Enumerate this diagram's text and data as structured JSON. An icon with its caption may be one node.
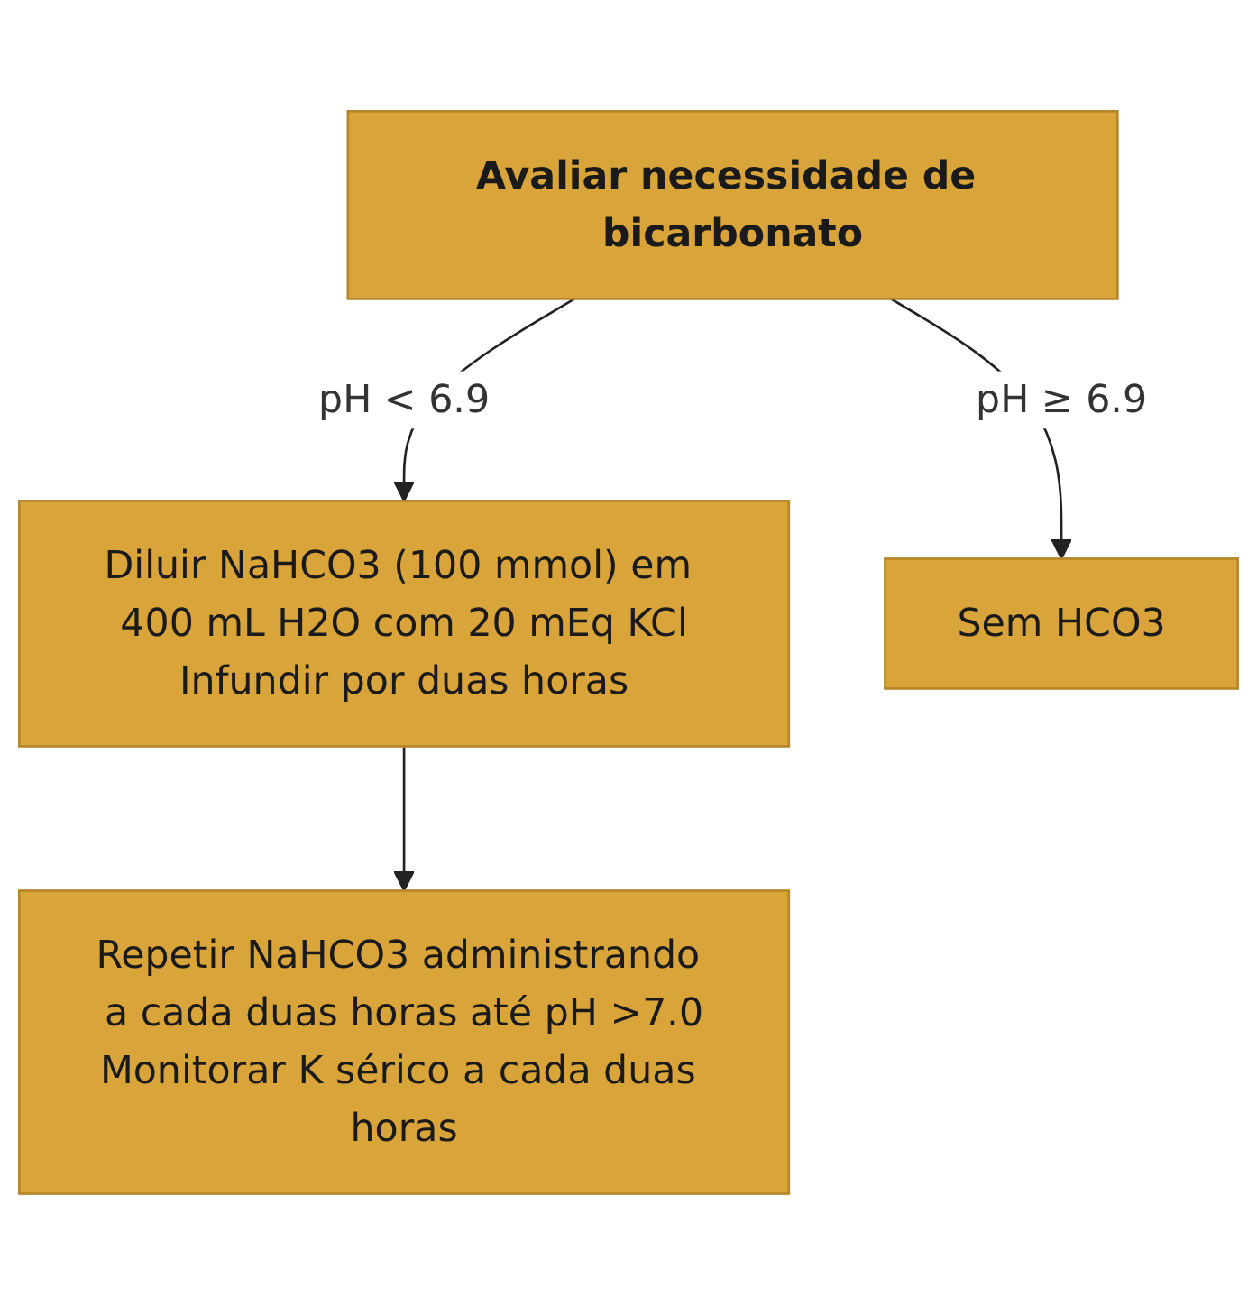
{
  "diagram": {
    "nodes": [
      {
        "text": [
          "Avaliar necessidade de bicarbonato"
        ]
      },
      {
        "text": [
          "Diluir NaHCO3 (100 mmol) em 400 mL H2O com 20 mEq KCl",
          "Infundir por duas horas"
        ]
      },
      {
        "text": [
          "Sem HCO3"
        ]
      },
      {
        "text": [
          "Repetir NaHCO3 administrando a cada duas horas até pH >7.0",
          "Monitorar K sérico a cada duas horas"
        ]
      }
    ],
    "edges": [
      {
        "from": 0,
        "to": 1,
        "arrow": "to",
        "label": "pH < 6.9"
      },
      {
        "from": 0,
        "to": 2,
        "arrow": "to",
        "label": "pH ≥ 6.9"
      },
      {
        "from": 1,
        "to": 3,
        "arrow": "to"
      }
    ]
  }
}
